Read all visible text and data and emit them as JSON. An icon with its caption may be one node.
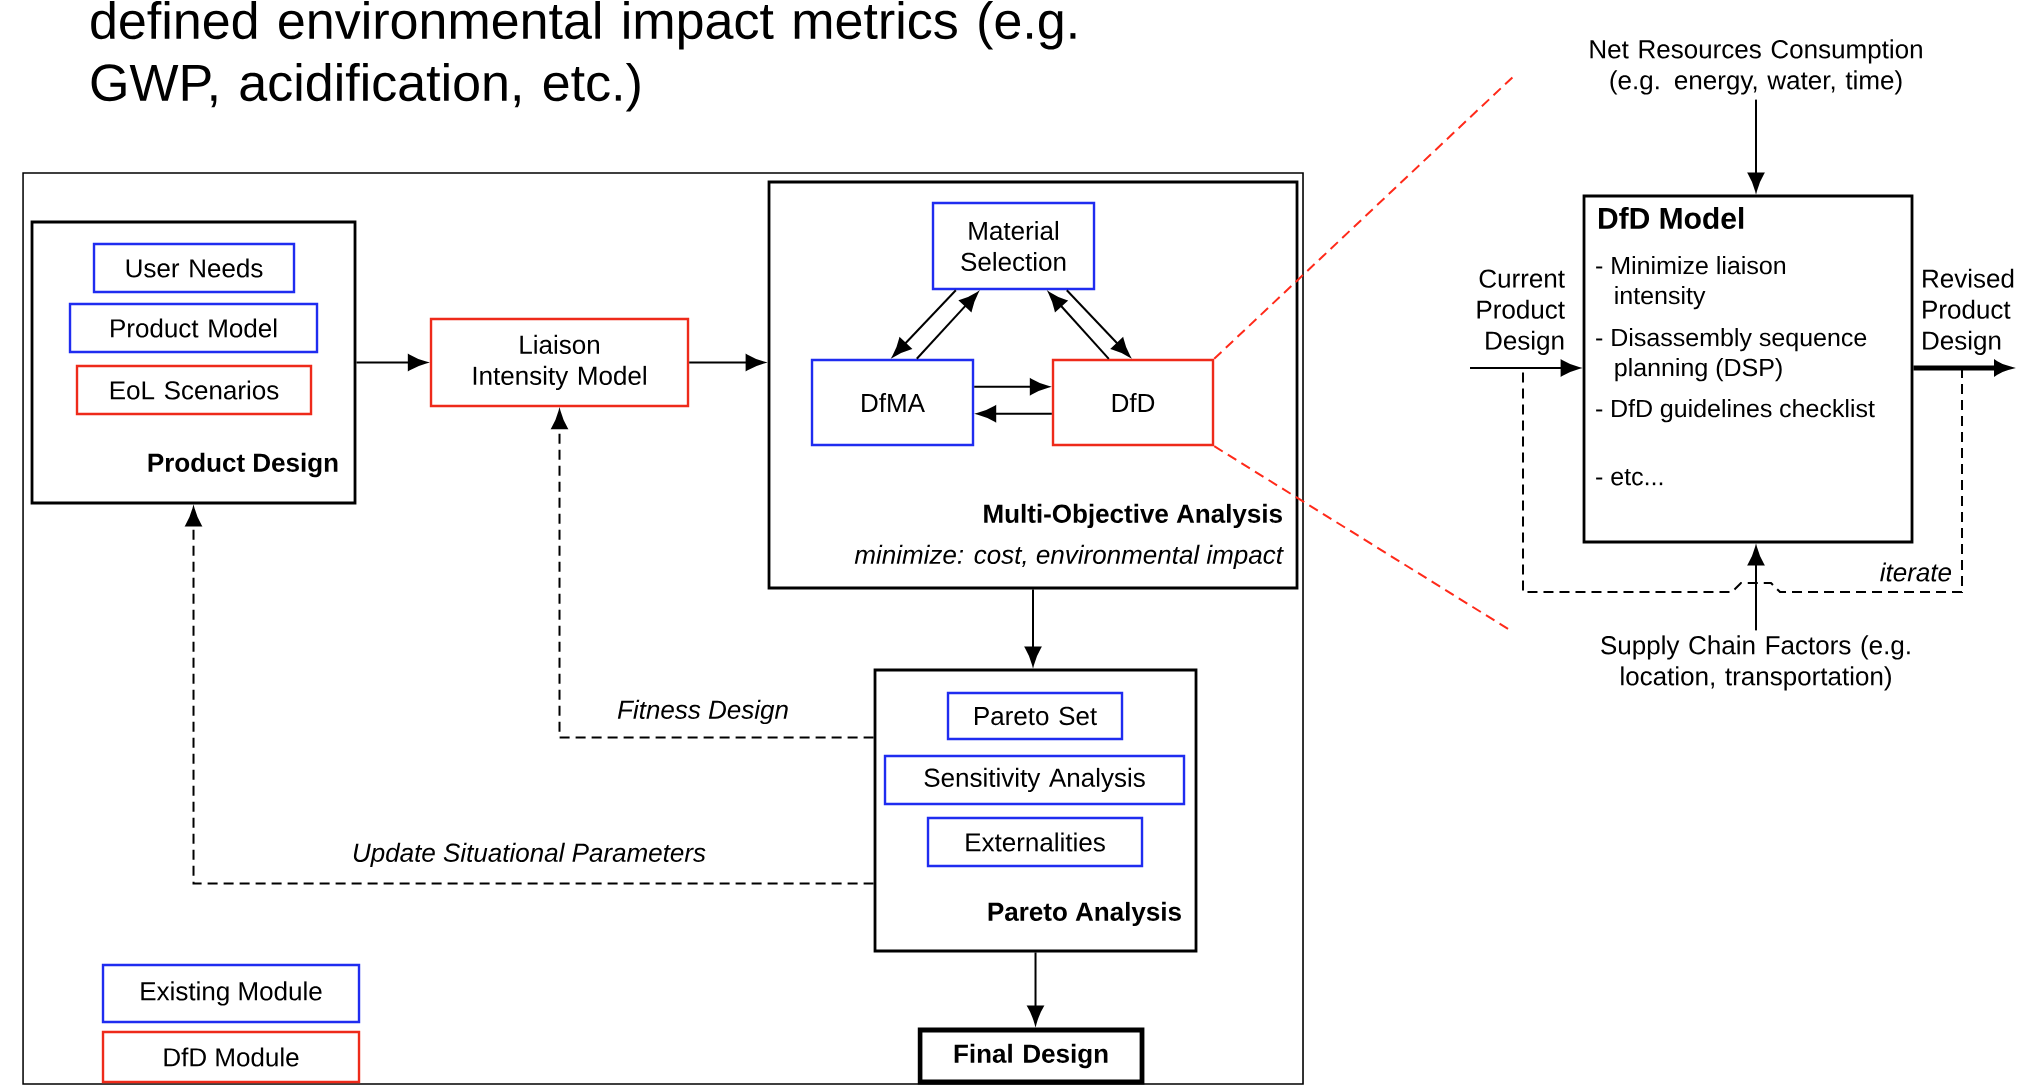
{
  "diagram": {
    "nodes": [
      {
        "text": [
          "Product Design"
        ]
      },
      {
        "text": [
          "User Needs"
        ],
        "in": 0
      },
      {
        "text": [
          "Product Model"
        ],
        "in": 0
      },
      {
        "text": [
          "EoL Scenarios"
        ],
        "in": 0
      },
      {
        "text": [
          "Liaison Intensity Model"
        ]
      },
      {
        "text": [
          "Multi-Objective Analysis",
          "minimize: cost, environmental impact"
        ]
      },
      {
        "text": [
          "Material Selection"
        ],
        "in": 5
      },
      {
        "text": [
          "DfMA"
        ],
        "in": 5
      },
      {
        "text": [
          "DfD"
        ],
        "in": 5
      },
      {
        "text": [
          "Pareto Analysis"
        ]
      },
      {
        "text": [
          "Pareto Set"
        ],
        "in": 9
      },
      {
        "text": [
          "Sensitivity Analysis"
        ],
        "in": 9
      },
      {
        "text": [
          "Externalities"
        ],
        "in": 9
      },
      {
        "text": [
          "Final Design"
        ]
      },
      {
        "text": [
          "DfD Model",
          "- Minimize liaison intensity",
          "- Disassembly sequence planning (DSP)",
          "- DfD guidelines checklist",
          "- etc..."
        ]
      },
      {
        "text": [
          "Net Resources Consumption (e.g. energy, water, time)"
        ]
      },
      {
        "text": [
          "Supply Chain Factors (e.g. location, transportation)"
        ]
      },
      {
        "text": [
          "Current Product Design"
        ]
      },
      {
        "text": [
          "Revised Product Design"
        ]
      }
    ],
    "edges": [
      {
        "from": 0,
        "to": 4,
        "arrow": "to"
      },
      {
        "from": 4,
        "to": 5,
        "arrow": "to"
      },
      {
        "from": 7,
        "to": 6,
        "arrow": "to"
      },
      {
        "from": 6,
        "to": 7,
        "arrow": "to"
      },
      {
        "from": 6,
        "to": 8,
        "arrow": "to"
      },
      {
        "from": 8,
        "to": 6,
        "arrow": "to"
      },
      {
        "from": 7,
        "to": 8,
        "arrow": "to"
      },
      {
        "from": 8,
        "to": 7,
        "arrow": "to"
      },
      {
        "from": 5,
        "to": 9,
        "arrow": "to"
      },
      {
        "from": 9,
        "to": 13,
        "arrow": "to"
      },
      {
        "from": 9,
        "to": 4,
        "arrow": "to",
        "style": "dashed",
        "label": "Fitness Design"
      },
      {
        "from": 9,
        "to": 0,
        "arrow": "to",
        "style": "dashed",
        "label": "Update Situational Parameters"
      },
      {
        "from": 15,
        "to": 14,
        "arrow": "to"
      },
      {
        "from": 17,
        "to": 14,
        "arrow": "to"
      },
      {
        "from": 14,
        "to": 18,
        "arrow": "to",
        "style": "thick"
      },
      {
        "from": 16,
        "to": 14,
        "arrow": "to"
      },
      {
        "from": 8,
        "to": null,
        "arrow": "none",
        "style": "dashed",
        "color": "#ff2a1a"
      },
      {
        "from": 8,
        "to": null,
        "arrow": "none",
        "style": "dashed",
        "color": "#ff2a1a"
      },
      {
        "from": 18,
        "to": 17,
        "arrow": "none",
        "style": "dashed",
        "label": "iterate"
      }
    ],
    "labels": [
      "defined environmental impact metrics (e.g. GWP, acidification, etc.)"
    ],
    "legend": [
      {
        "text": "Existing Module",
        "color": "#1f2cf0"
      },
      {
        "text": "DfD Module",
        "color": "#ee2a1a"
      }
    ]
  }
}
